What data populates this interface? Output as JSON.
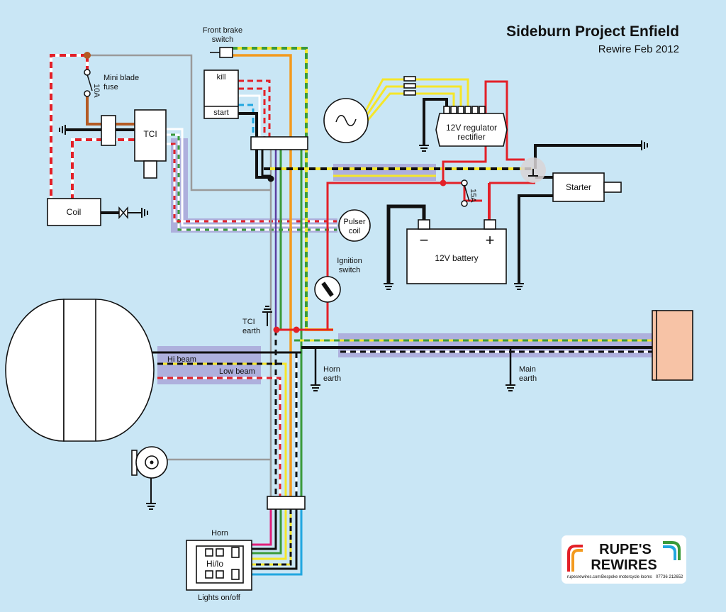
{
  "header": {
    "title": "Sideburn Project Enfield",
    "subtitle": "Rewire Feb 2012"
  },
  "labels": {
    "front_brake_switch_line1": "Front brake",
    "front_brake_switch_line2": "switch",
    "kill": "kill",
    "start": "start",
    "fuse_rating": "10A",
    "fuse_line1": "Mini blade",
    "fuse_line2": "fuse",
    "tci": "TCI",
    "coil": "Coil",
    "regulator_line1": "12V regulator",
    "regulator_line2": "rectifier",
    "starter": "Starter",
    "starter_fuse": "15A",
    "battery": "12V battery",
    "battery_neg": "−",
    "battery_pos": "+",
    "pulser_line1": "Pulser",
    "pulser_line2": "coil",
    "ignition_line1": "Ignition",
    "ignition_line2": "switch",
    "tci_earth_line1": "TCI",
    "tci_earth_line2": "earth",
    "hi_beam": "Hi beam",
    "low_beam": "Low beam",
    "horn_earth_line1": "Horn",
    "horn_earth_line2": "earth",
    "main_earth_line1": "Main",
    "main_earth_line2": "earth",
    "horn": "Horn",
    "hilo": "Hi/lo",
    "lights_onoff": "Lights on/off"
  },
  "logo": {
    "line1": "RUPE'S",
    "line2": "REWIRES",
    "website": "rupesrewires.com",
    "tagline": "Bespoke motorcycle looms",
    "phone": "07736 212652"
  },
  "colors": {
    "background": "#c9e6f5",
    "red": "#e32028",
    "black": "#111111",
    "yellow": "#f5e62a",
    "green": "#3a9a3a",
    "orange": "#f39a1e",
    "brown": "#b35a23",
    "purple": "#5b3fa0",
    "grey": "#9a9a9a",
    "blue": "#21a7e0",
    "pink": "#e0207a",
    "sheath": "#a9a6d8",
    "tail_light": "#f7c3a6"
  }
}
